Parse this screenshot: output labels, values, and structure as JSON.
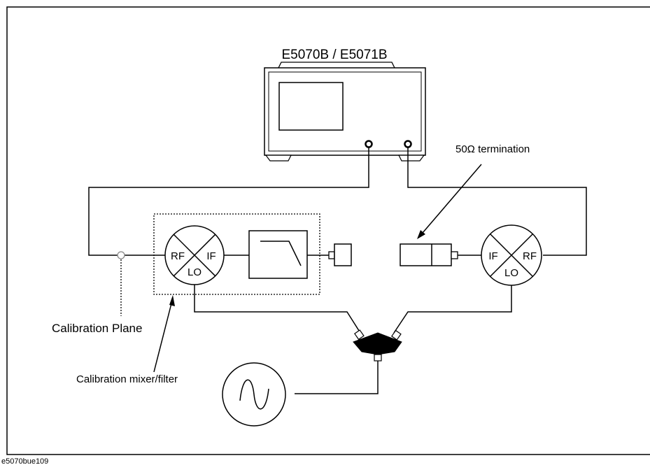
{
  "diagram": {
    "instrument_label": "E5070B / E5071B",
    "termination_label": "50Ω termination",
    "calibration_plane_label": "Calibration Plane",
    "mixer_filter_label": "Calibration mixer/filter",
    "figure_id": "e5070bue109",
    "left_mixer": {
      "port_rf": "RF",
      "port_if": "IF",
      "port_lo": "LO"
    },
    "right_mixer": {
      "port_if": "IF",
      "port_rf": "RF",
      "port_lo": "LO"
    }
  }
}
